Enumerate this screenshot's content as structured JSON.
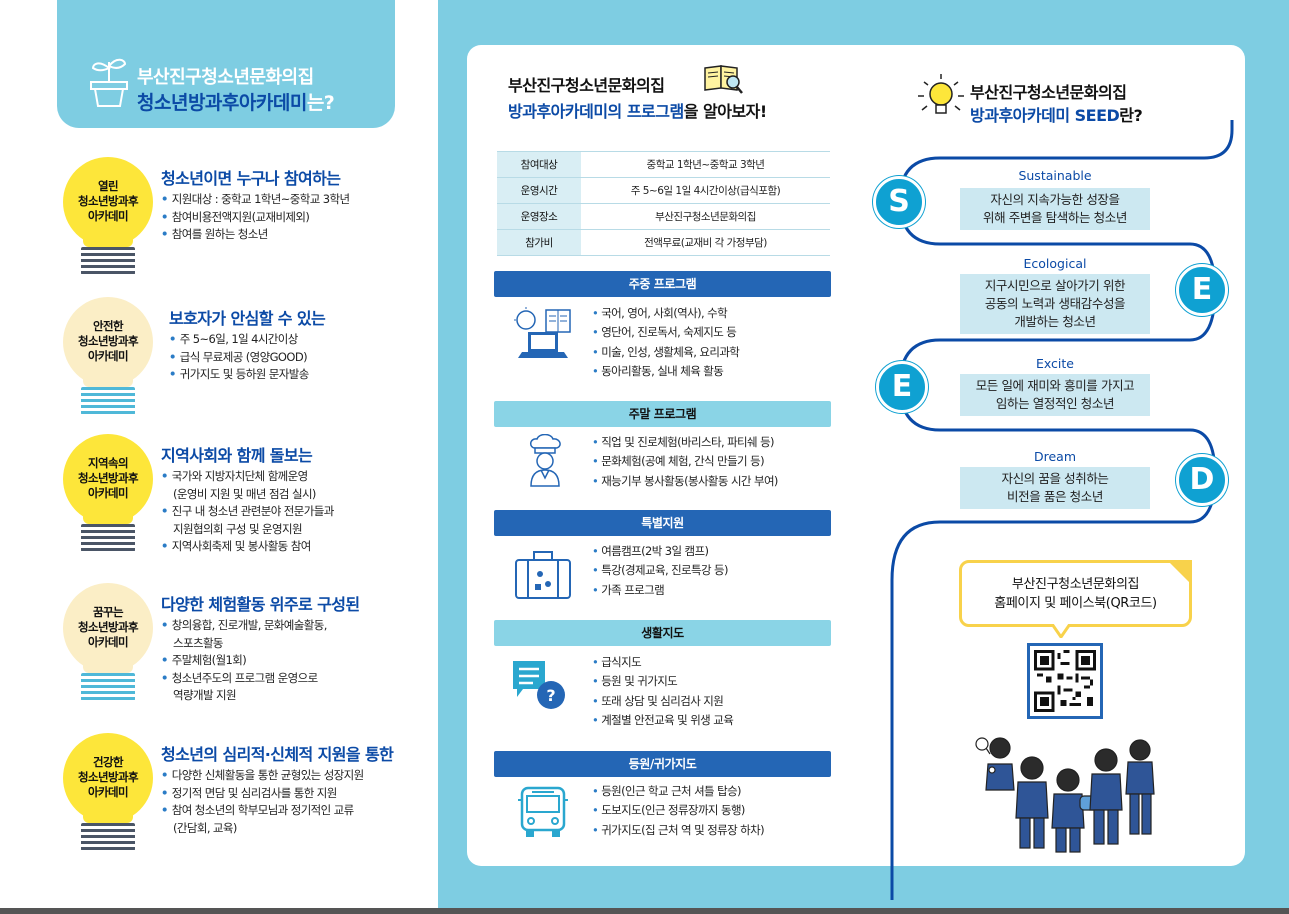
{
  "left": {
    "header": {
      "line1": "부산진구청소년문화의집",
      "line2_highlight": "청소년방과후아카데미",
      "line2_rest": "는?"
    },
    "sections": [
      {
        "bulb_line1": "열린",
        "bulb_line2": "청소년방과후",
        "bulb_line3": "아카데미",
        "title": "청소년이면 누구나 참여하는",
        "items": [
          "지원대상 : 중학교 1학년~중학교 3학년",
          "참여비용전액지원(교재비제외)",
          "참여를 원하는 청소년"
        ]
      },
      {
        "bulb_line1": "안전한",
        "bulb_line2": "청소년방과후",
        "bulb_line3": "아카데미",
        "title": "보호자가 안심할 수 있는",
        "items": [
          "주 5~6일, 1일 4시간이상",
          "급식 무료제공 (영양GOOD)",
          "귀가지도 및 등하원 문자발송"
        ]
      },
      {
        "bulb_line1": "지역속의",
        "bulb_line2": "청소년방과후",
        "bulb_line3": "아카데미",
        "title": "지역사회와 함께 돌보는",
        "items": [
          "국가와 지방자치단체 함께운영",
          "(운영비 지원 및 매년 점검 실시)",
          "진구 내 청소년 관련분야 전문가들과",
          "지원협의회 구성 및 운영지원",
          "지역사회축제 및 봉사활동 참여"
        ]
      },
      {
        "bulb_line1": "꿈꾸는",
        "bulb_line2": "청소년방과후",
        "bulb_line3": "아카데미",
        "title": "다양한 체험활동 위주로 구성된",
        "items": [
          "창의융합, 진로개발, 문화예술활동,",
          "스포츠활동",
          "주말체험(월1회)",
          "청소년주도의 프로그램 운영으로",
          "역량개발 지원"
        ]
      },
      {
        "bulb_line1": "건강한",
        "bulb_line2": "청소년방과후",
        "bulb_line3": "아카데미",
        "title": "청소년의 심리적·신체적 지원을 통한",
        "items": [
          "다양한 신체활동을 통한 균형있는 성장지원",
          "정기적 면담 및 심리검사를 통한 지원",
          "참여 청소년의 학부모님과 정기적인 교류",
          "(간담회, 교육)"
        ]
      }
    ]
  },
  "middle": {
    "title_line1": "부산진구청소년문화의집",
    "title_line2_highlight": "방과후아카데미의 프로그램",
    "title_line2_rest": "을 알아보자!",
    "info_table": [
      {
        "key": "참여대상",
        "value": "중학교 1학년~중학교 3학년"
      },
      {
        "key": "운영시간",
        "value": "주 5~6일 1일 4시간이상(급식포함)"
      },
      {
        "key": "운영장소",
        "value": "부산진구청소년문화의집"
      },
      {
        "key": "참가비",
        "value": "전액무료(교재비 각 가정부담)"
      }
    ],
    "programs": [
      {
        "title": "주중 프로그램",
        "items": [
          "국어, 영어, 사회(역사), 수학",
          "영단어, 진로독서, 숙제지도 등",
          "미술, 인성, 생활체육, 요리과학",
          "동아리활동, 실내 체육 활동"
        ]
      },
      {
        "title": "주말 프로그램",
        "items": [
          "직업 및 진로체험(바리스타, 파티쉐 등)",
          "문화체험(공예 체험, 간식 만들기 등)",
          "재능기부 봉사활동(봉사활동 시간 부여)"
        ]
      },
      {
        "title": "특별지원",
        "items": [
          "여름캠프(2박 3일 캠프)",
          "특강(경제교육, 진로특강 등)",
          "가족 프로그램"
        ]
      },
      {
        "title": "생활지도",
        "items": [
          "급식지도",
          "등원 및 귀가지도",
          "또래 상담 및 심리검사 지원",
          "계절별 안전교육 및 위생 교육"
        ]
      },
      {
        "title": "등원/귀가지도",
        "items": [
          "등원(인근 학교 근처 셔틀 탑승)",
          "도보지도(인근 정류장까지 동행)",
          "귀가지도(집 근처 역 및 정류장 하차)"
        ]
      }
    ]
  },
  "right": {
    "title_line1": "부산진구청소년문화의집",
    "title_line2_highlight": "방과후아카데미 SEED",
    "title_line2_rest": "란?",
    "seed": [
      {
        "letter": "S",
        "name": "Sustainable",
        "desc_line1": "자신의 지속가능한 성장을",
        "desc_line2": "위해 주변을 탐색하는 청소년",
        "desc_line3": ""
      },
      {
        "letter": "E",
        "name": "Ecological",
        "desc_line1": "지구시민으로 살아가기 위한",
        "desc_line2": "공동의 노력과 생태감수성을",
        "desc_line3": "개발하는 청소년"
      },
      {
        "letter": "E",
        "name": "Excite",
        "desc_line1": "모든 일에 재미와 흥미를 가지고",
        "desc_line2": "임하는 열정적인 청소년",
        "desc_line3": ""
      },
      {
        "letter": "D",
        "name": "Dream",
        "desc_line1": "자신의 꿈을 성취하는",
        "desc_line2": "비전을 품은 청소년",
        "desc_line3": ""
      }
    ],
    "qr_callout_line1": "부산진구청소년문화의집",
    "qr_callout_line2": "홈페이지 및 페이스북(QR코드)"
  },
  "colors": {
    "brand_blue": "#0b4aa6",
    "bar_dark": "#2466b5",
    "bar_light": "#8ad4e6",
    "panel_blue": "#7ecde2",
    "seed_circle": "#0fa1d2",
    "bulb_yellow": "#fde63a",
    "bulb_pale": "#fbeec6",
    "callout_yellow": "#f8d24b"
  }
}
